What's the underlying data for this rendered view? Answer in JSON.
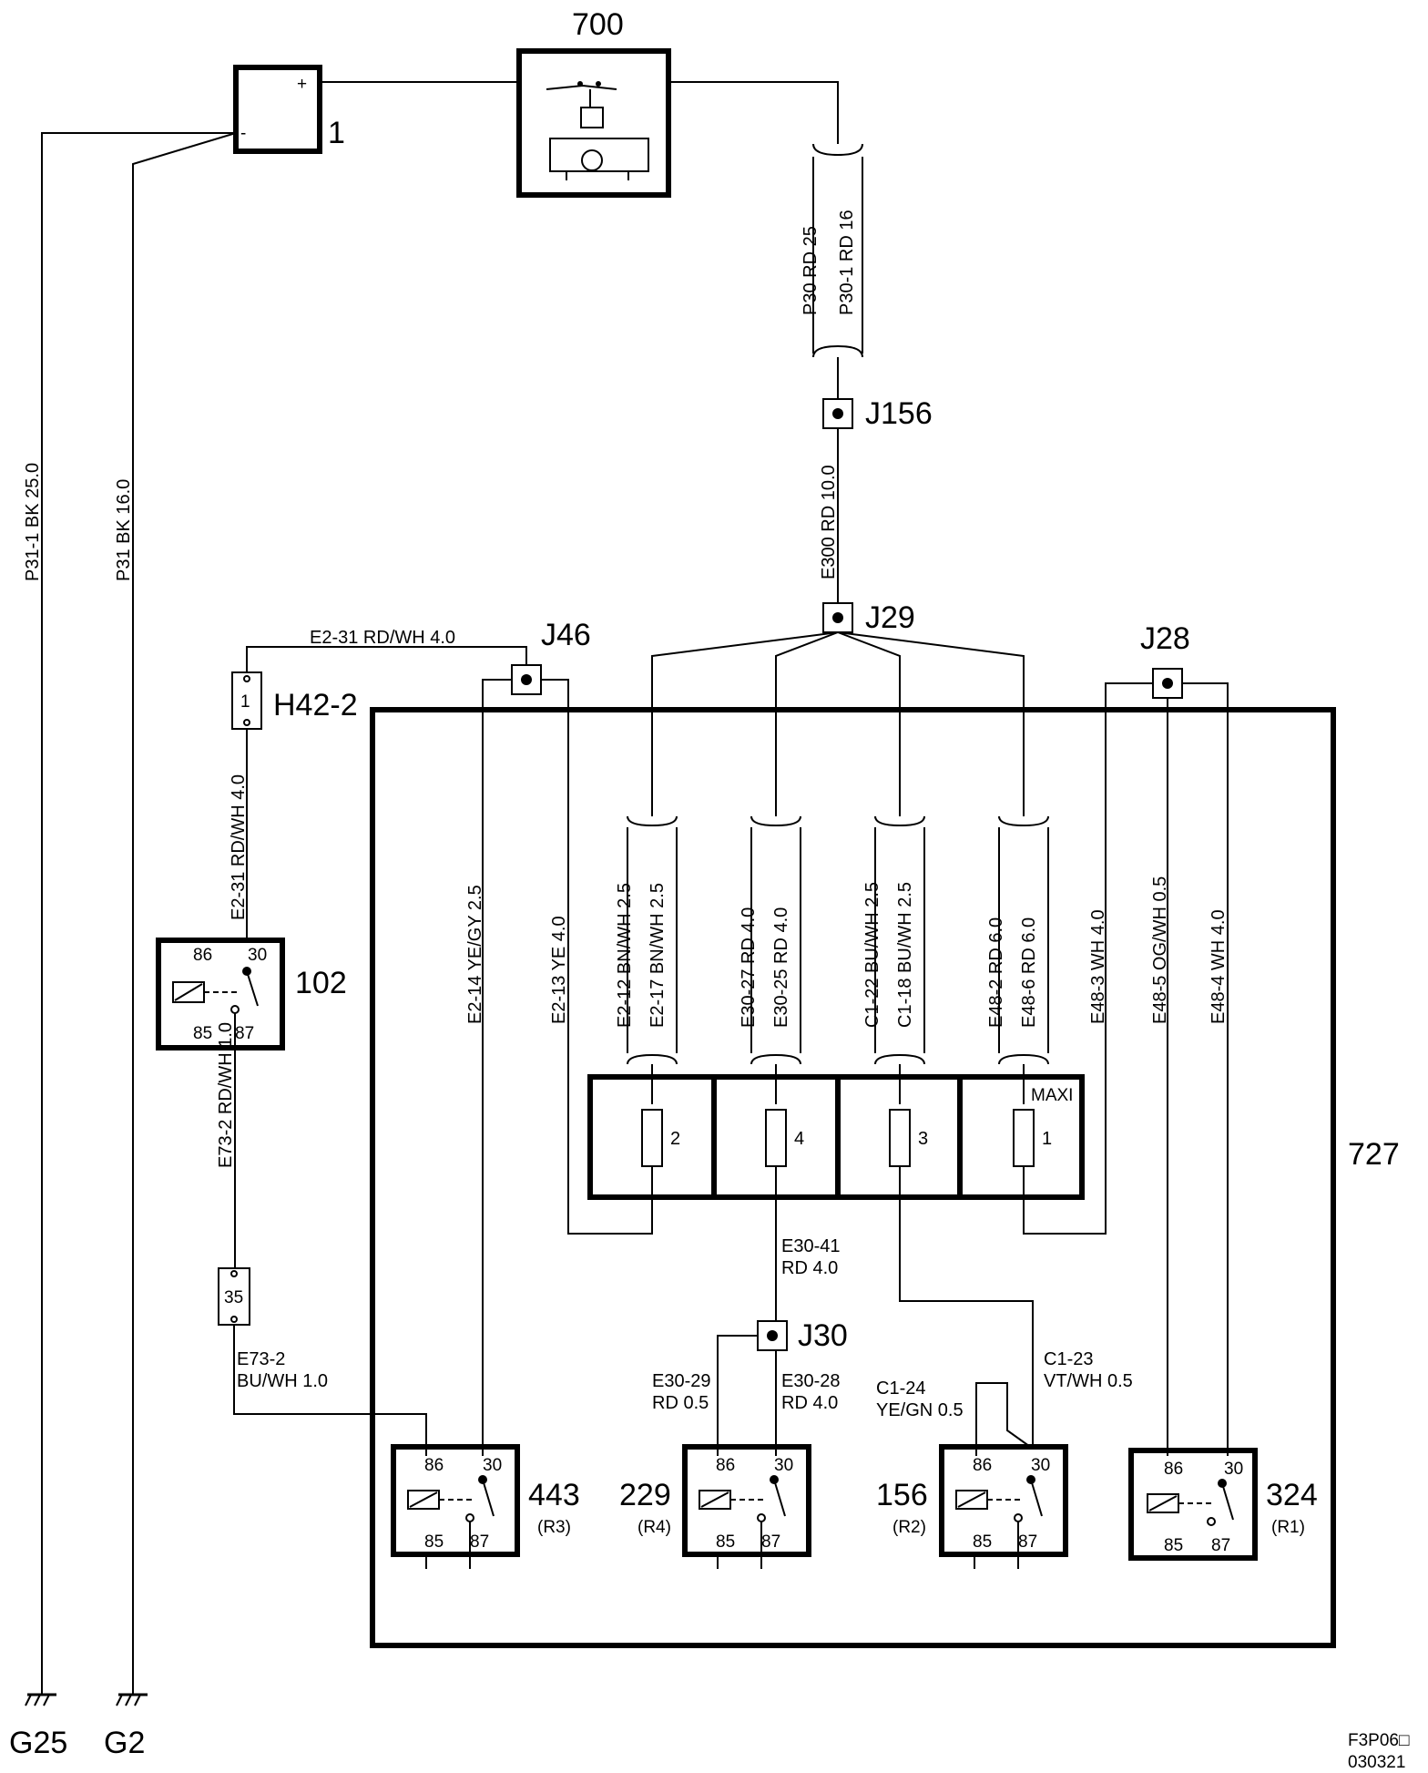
{
  "components": {
    "battery": {
      "id": "1",
      "plus": "+",
      "minus": "-"
    },
    "fuse_700": {
      "id": "700"
    },
    "relay_102": {
      "id": "102"
    },
    "relay_443": {
      "id": "443",
      "sub": "(R3)"
    },
    "relay_229": {
      "id": "229",
      "sub": "(R4)"
    },
    "relay_156": {
      "id": "156",
      "sub": "(R2)"
    },
    "relay_324": {
      "id": "324",
      "sub": "(R1)"
    },
    "box_727": {
      "id": "727"
    },
    "connector_h42": {
      "id": "H42-2",
      "pin": "1"
    },
    "connector_35": {
      "pin": "35"
    },
    "maxi_label": "MAXI",
    "fuses": [
      "2",
      "4",
      "3",
      "1"
    ]
  },
  "relay_pins": {
    "p86": "86",
    "p30": "30",
    "p85": "85",
    "p87": "87"
  },
  "junctions": {
    "j156": "J156",
    "j29": "J29",
    "j46": "J46",
    "j28": "J28",
    "j30": "J30"
  },
  "grounds": {
    "g25": "G25",
    "g2": "G2"
  },
  "wires": {
    "p31_1": "P31-1  BK  25.0",
    "p31": "P31  BK  16.0",
    "p30": "P30   RD   25",
    "p30_1": "P30-1   RD   16",
    "e300": "E300  RD  10.0",
    "e2_31_top": "E2-31  RD/WH  4.0",
    "e2_31_v": "E2-31  RD/WH  4.0",
    "e73_2_v": "E73-2   RD/WH 1.0",
    "e73_2_a": "E73-2",
    "e73_2_b": "BU/WH  1.0",
    "e2_14": "E2-14  YE/GY  2.5",
    "e2_13": "E2-13   YE    4.0",
    "e2_12": "E2-12   BN/WH   2.5",
    "e2_17": "E2-17   BN/WH   2.5",
    "e30_27": "E30-27  RD   4.0",
    "e30_25": "E30-25  RD   4.0",
    "c1_22": "C1-22   BU/WH   2.5",
    "c1_18": "C1-18   BU/WH   2.5",
    "e48_2": "E48-2   RD   6.0",
    "e48_6": "E48-6   RD   6.0",
    "e48_3": "E48-3   WH    4.0",
    "e48_5": "E48-5  OG/WH  0.5",
    "e48_4": "E48-4    WH    4.0",
    "e30_41_a": "E30-41",
    "e30_41_b": "RD  4.0",
    "e30_29_a": "E30-29",
    "e30_29_b": "RD   0.5",
    "e30_28_a": "E30-28",
    "e30_28_b": "RD   4.0",
    "c1_24_a": "C1-24",
    "c1_24_b": "YE/GN    0.5",
    "c1_23_a": "C1-23",
    "c1_23_b": "VT/WH  0.5"
  },
  "footer": {
    "code": "F3P06□",
    "date": "030321"
  }
}
